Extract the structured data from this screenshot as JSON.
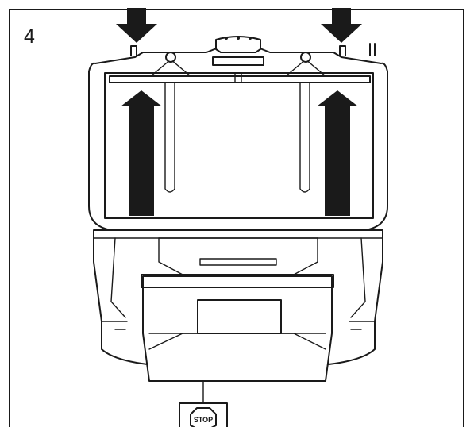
{
  "step": {
    "number": "4"
  },
  "tag": {
    "label": "STOP"
  },
  "icons": [
    "down-arrow",
    "up-arrow",
    "stop-sign"
  ]
}
